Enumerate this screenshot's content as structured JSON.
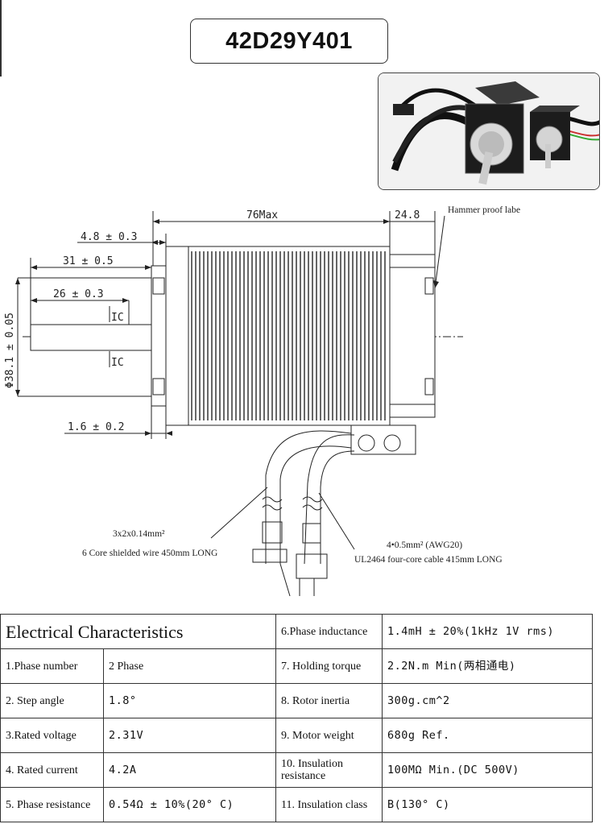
{
  "title": "42D29Y401",
  "drawing": {
    "dim_length": "76Max",
    "dim_rear": "24.8",
    "dim_boss_thick": "4.8 ± 0.3",
    "dim_shaft_31": "31 ± 0.5",
    "dim_shaft_26": "26 ± 0.3",
    "dim_flat_1": "IC",
    "dim_flat_2": "IC",
    "dim_diameter": "Φ38.1 ± 0.05",
    "dim_flange": "1.6 ± 0.2",
    "label_hammer": "Hammer proof labe",
    "wire1_spec": "3x2x0.14mm²",
    "wire1_desc": "6 Core shielded wire  450mm LONG",
    "wire2_spec": "4•0.5mm²  (AWG20)",
    "wire2_desc": "UL2464 four-core cable 415mm LONG"
  },
  "table": {
    "heading": "Electrical Characteristics",
    "rows": [
      {
        "l1": "1.Phase number",
        "v1": "2 Phase",
        "l2": "7. Holding torque",
        "v2": "2.2N.m Min(两相通电)"
      },
      {
        "l1": "2. Step angle",
        "v1": "1.8°",
        "l2": "8. Rotor inertia",
        "v2": "300g.cm^2"
      },
      {
        "l1": "3.Rated voltage",
        "v1": "2.31V",
        "l2": "9. Motor weight",
        "v2": "680g Ref."
      },
      {
        "l1": "4. Rated current",
        "v1": "4.2A",
        "l2": "10. Insulation resistance",
        "v2": "100MΩ  Min.(DC 500V)"
      },
      {
        "l1": "5. Phase resistance",
        "v1": "0.54Ω ± 10%(20° C)",
        "l2": "11. Insulation class",
        "v2": "B(130° C)"
      }
    ],
    "r0_label": "6.Phase inductance",
    "r0_value": "1.4mH ± 20%(1kHz 1V rms)"
  }
}
